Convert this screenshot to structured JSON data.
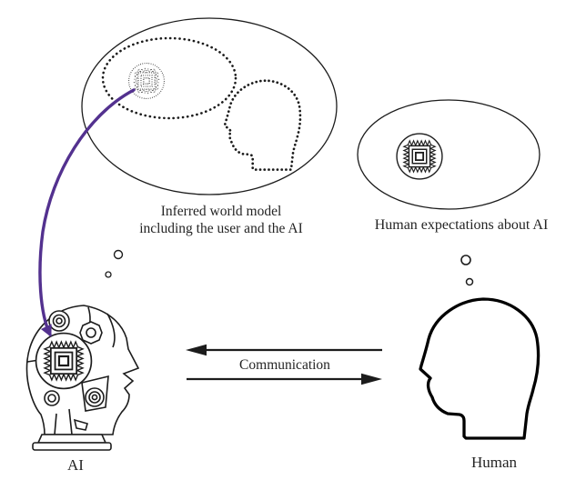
{
  "figure": {
    "title": "AI and human mutual-model communication diagram",
    "background": "#ffffff",
    "ink_color": "#1c1c1c",
    "text_color": "#242424",
    "accent_arrow_color": "#53318f",
    "ai_bubble": {
      "label_line1": "Inferred world model",
      "label_line2": "including the user and the AI",
      "icons": [
        "thought-bubble-ellipse",
        "dotted-world-model-ellipse",
        "dotted-chip-icon",
        "dotted-user-head-icon",
        "thought-trail-circles"
      ]
    },
    "human_bubble": {
      "label": "Human expectations about AI",
      "icons": [
        "thought-bubble-ellipse",
        "chip-icon",
        "thought-trail-circles"
      ]
    },
    "communication": {
      "label": "Communication",
      "arrows": [
        "arrow-left",
        "arrow-right"
      ]
    },
    "ai_agent": {
      "label": "AI",
      "icon": "robot-head-chip-icon"
    },
    "human_agent": {
      "label": "Human",
      "icon": "human-head-silhouette-icon"
    },
    "mapping_arrow": {
      "from": "inferred-model-chip",
      "to": "ai-head-chip",
      "color": "#53318f"
    }
  }
}
